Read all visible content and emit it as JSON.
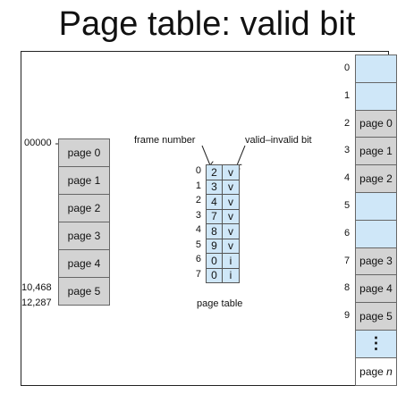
{
  "title": "Page table: valid bit",
  "logical_memory": {
    "start_address": "00000",
    "end_address_1": "10,468",
    "end_address_2": "12,287",
    "pages": [
      "page 0",
      "page 1",
      "page 2",
      "page 3",
      "page 4",
      "page 5"
    ]
  },
  "page_table": {
    "frame_number_label": "frame number",
    "valid_bit_label": "valid–invalid bit",
    "caption": "page table",
    "indices": [
      "0",
      "1",
      "2",
      "3",
      "4",
      "5",
      "6",
      "7"
    ],
    "frames": [
      "2",
      "3",
      "4",
      "7",
      "8",
      "9",
      "0",
      "0"
    ],
    "valid": [
      "v",
      "v",
      "v",
      "v",
      "v",
      "v",
      "i",
      "i"
    ]
  },
  "physical_memory": {
    "frame_indices": [
      "0",
      "1",
      "2",
      "3",
      "4",
      "5",
      "6",
      "7",
      "8",
      "9"
    ],
    "frames": [
      "",
      "",
      "page 0",
      "page 1",
      "page 2",
      "",
      "",
      "page 3",
      "page 4",
      "page 5"
    ],
    "dots": "⋮",
    "last_label_prefix": "page ",
    "last_label_var": "n"
  }
}
